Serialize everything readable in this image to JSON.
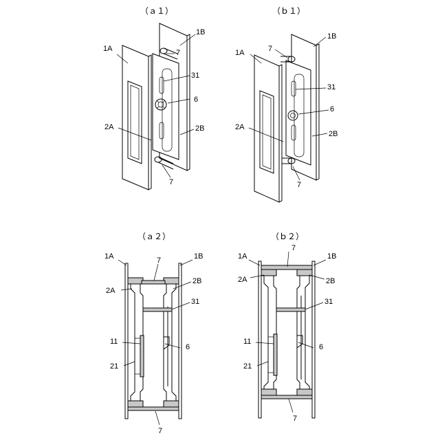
{
  "figures": {
    "a1": {
      "caption": "（ａ１）",
      "labels": {
        "p1A": "1A",
        "p1B": "1B",
        "c7top": "7",
        "c31": "31",
        "c6": "6",
        "p2A": "2A",
        "p2B": "2B",
        "c7bot": "7"
      }
    },
    "b1": {
      "caption": "（ｂ１）",
      "labels": {
        "p1A": "1A",
        "p1B": "1B",
        "c7top": "7",
        "c31": "31",
        "c6": "6",
        "p2A": "2A",
        "p2B": "2B",
        "c7bot": "7"
      }
    },
    "a2": {
      "caption": "（ａ２）",
      "labels": {
        "p1A": "1A",
        "c7top": "7",
        "p1B": "1B",
        "p2A": "2A",
        "p2B": "2B",
        "c31": "31",
        "c11": "11",
        "c6": "6",
        "c21": "21",
        "c7bot": "7"
      }
    },
    "b2": {
      "caption": "（ｂ２）",
      "labels": {
        "c7top": "7",
        "p1A": "1A",
        "p1B": "1B",
        "p2A": "2A",
        "p2B": "2B",
        "c31": "31",
        "c11": "11",
        "c6": "6",
        "c21": "21",
        "c7bot": "7"
      }
    }
  }
}
